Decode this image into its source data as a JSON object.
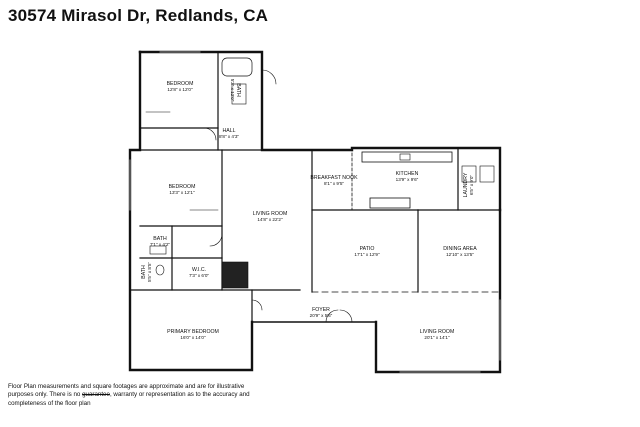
{
  "title": "30574 Mirasol Dr,  Redlands, CA",
  "rooms": {
    "bedroom_top": {
      "name": "BEDROOM",
      "dim": "12'8\" x 12'0\""
    },
    "bath_top": {
      "name": "BATH",
      "dim": "5'3\" x 12'0\""
    },
    "hall": {
      "name": "HALL",
      "dim": "8'8\" x 4'3\""
    },
    "bedroom_mid": {
      "name": "BEDROOM",
      "dim": "13'3\" x 12'1\""
    },
    "breakfast_nook": {
      "name": "BREAKFAST NOOK",
      "dim": "8'1\" x 9'5\""
    },
    "kitchen": {
      "name": "KITCHEN",
      "dim": "13'9\" x 9'6\""
    },
    "laundry": {
      "name": "LAUNDRY",
      "dim": "6'5\" x 9'0\""
    },
    "living_room_main": {
      "name": "LIVING ROOM",
      "dim": "14'8\" x 22'2\""
    },
    "bath_small": {
      "name": "BATH",
      "dim": "7'1\" x 4'2\""
    },
    "patio": {
      "name": "PATIO",
      "dim": "17'1\" x 12'9\""
    },
    "dining_area": {
      "name": "DINING AREA",
      "dim": "12'10\" x 13'5\""
    },
    "bath_side": {
      "name": "BATH",
      "dim": "5'5\" x 8'5\""
    },
    "wic": {
      "name": "W.I.C.",
      "dim": "7'3\" x 6'0\""
    },
    "foyer": {
      "name": "FOYER",
      "dim": "20'9\" x 5'6\""
    },
    "primary_bedroom": {
      "name": "PRIMARY BEDROOM",
      "dim": "16'0\" x 14'0\""
    },
    "living_room_2": {
      "name": "LIVING ROOM",
      "dim": "20'1\" x 14'1\""
    }
  },
  "disclaimer": {
    "part1": "Floor Plan measurements and square footages are approximate and are for illustrative purposes only. There is no ",
    "struck": "guarantee",
    "part2": ", warranty or representation as to the accuracy and completeness of the floor plan"
  }
}
